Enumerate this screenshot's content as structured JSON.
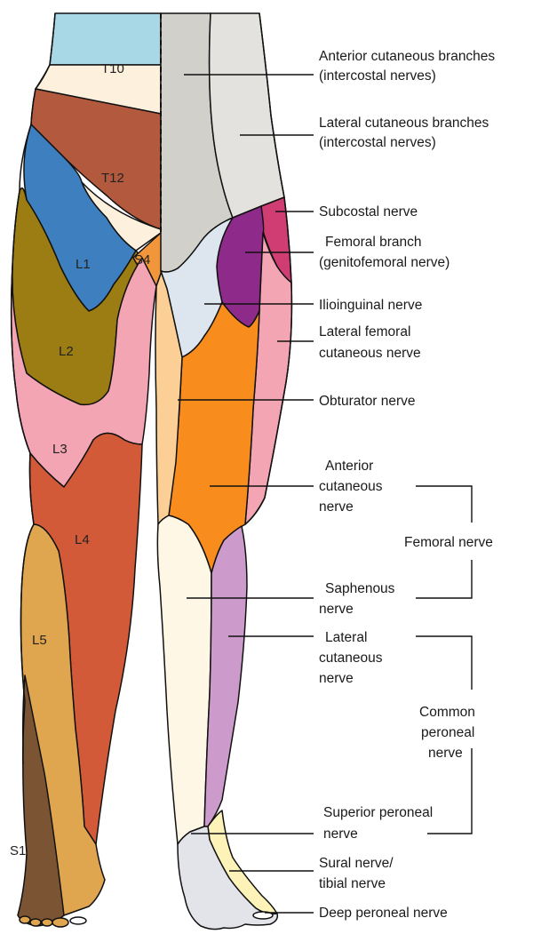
{
  "colors": {
    "T10": "#a8d8e6",
    "T11": "#fdf1de",
    "T12": "#b35a3e",
    "L1": "#3e7fbf",
    "L2": "#9b7d13",
    "L3": "#f4a5b3",
    "L4": "#d25a38",
    "L5": "#e0a64f",
    "S1": "#7b5434",
    "S4": "#f1963a",
    "anterior_cutaneous_intercostal": "#d2d0cb",
    "lateral_cutaneous_intercostal": "#e4e2de",
    "subcostal": "#cf3d72",
    "femoral_branch": "#8e2a8a",
    "ilioinguinal": "#dde6ee",
    "lateral_femoral_cutaneous": "#f4a5b3",
    "obturator": "#fbcf95",
    "anterior_cutaneous_femoral": "#f88c1c",
    "saphenous": "#fef7e6",
    "lateral_cutaneous_peroneal": "#cc9bcc",
    "superior_peroneal": "#e2e4ea",
    "sural_tibial": "#fdf2b8",
    "deep_peroneal": "#e2e4ea"
  },
  "dermatomes": {
    "T10": "T10",
    "T12": "T12",
    "L1": "L1",
    "S4": "S4",
    "L2": "L2",
    "L3": "L3",
    "L4": "L4",
    "L5": "L5",
    "S1": "S1"
  },
  "labels": {
    "anterior_cutaneous_branches": [
      "Anterior cutaneous branches",
      "(intercostal nerves)"
    ],
    "lateral_cutaneous_branches": [
      "Lateral cutaneous branches",
      "(intercostal nerves)"
    ],
    "subcostal": [
      "Subcostal nerve"
    ],
    "femoral_branch": [
      "Femoral branch",
      "(genitofemoral nerve)"
    ],
    "ilioinguinal": [
      "Ilioinguinal nerve"
    ],
    "lateral_femoral": [
      "Lateral femoral",
      "cutaneous nerve"
    ],
    "obturator": [
      "Obturator nerve"
    ],
    "anterior_cutaneous": [
      "Anterior",
      "cutaneous",
      "nerve"
    ],
    "femoral_nerve": [
      "Femoral nerve"
    ],
    "saphenous": [
      "Saphenous",
      "nerve"
    ],
    "lateral_cutaneous": [
      "Lateral",
      "cutaneous",
      "nerve"
    ],
    "common_peroneal": [
      "Common",
      "peroneal",
      "nerve"
    ],
    "superior_peroneal": [
      "Superior peroneal",
      "nerve"
    ],
    "sural_tibial": [
      "Sural nerve/",
      "tibial nerve"
    ],
    "deep_peroneal": [
      "Deep peroneal nerve"
    ]
  }
}
